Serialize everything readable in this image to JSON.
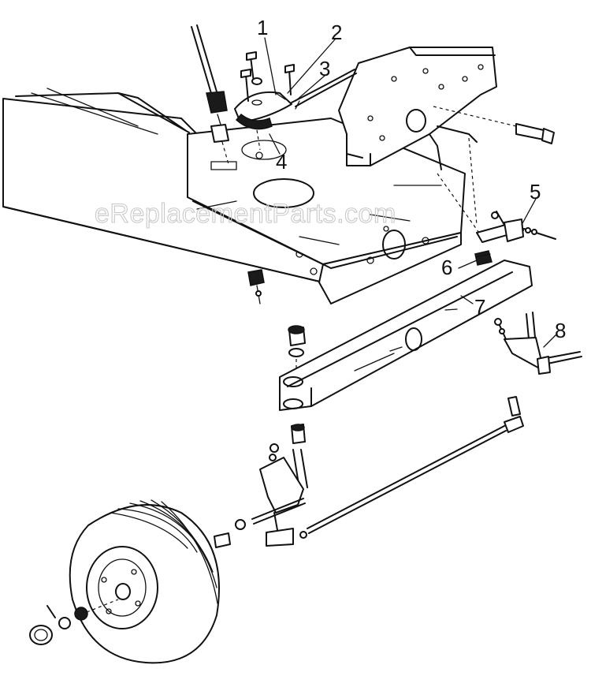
{
  "watermark": "eReplacementParts.com",
  "callouts": [
    "1",
    "2",
    "3",
    "4",
    "5",
    "6",
    "7",
    "8"
  ]
}
